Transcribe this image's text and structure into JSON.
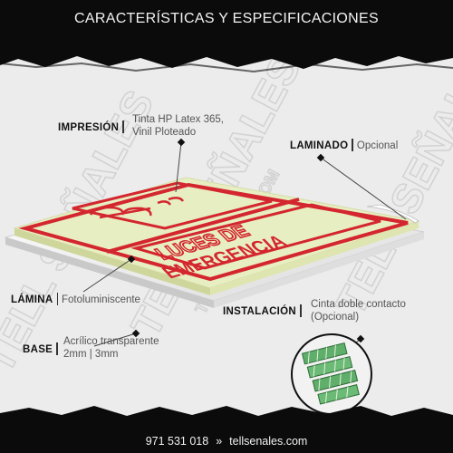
{
  "header": {
    "title": "CARACTERÍSTICAS Y ESPECIFICACIONES"
  },
  "watermark": {
    "brand": "TELL SEÑALES",
    "site": "TELLSENALES.COM"
  },
  "sign": {
    "text_line1": "LUCES DE",
    "text_line2": "EMERGENCIA"
  },
  "specs": {
    "impresion": {
      "label": "IMPRESIÓN",
      "value_line1": "Tinta HP Latex 365,",
      "value_line2": "Vinil Ploteado"
    },
    "laminado": {
      "label": "LAMINADO",
      "value": "Opcional"
    },
    "lamina": {
      "label": "LÁMINA",
      "value": "Fotoluminiscente"
    },
    "instalacion": {
      "label": "INSTALACIÓN",
      "value_line1": "Cinta doble contacto",
      "value_line2": "(Opcional)"
    },
    "base": {
      "label": "BASE",
      "value_line1": "Acrílico transparente",
      "value_line2": "2mm | 3mm"
    }
  },
  "footer": {
    "phone": "971 531 018",
    "separator": "»",
    "website": "tellsenales.com"
  },
  "colors": {
    "band": "#0b0b0b",
    "sign_red": "#d4262f",
    "glow": "#e7efc2",
    "tape_green": "#5fae6a"
  }
}
